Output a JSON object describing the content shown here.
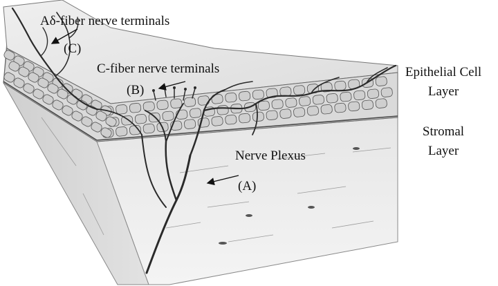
{
  "labels": {
    "a_delta": "Aδ-fiber nerve terminals",
    "c_marker": "(C)",
    "c_fiber": "C-fiber nerve terminals",
    "b_marker": "(B)",
    "plexus": "Nerve Plexus",
    "a_marker": "(A)",
    "epithelial_line1": "Epithelial Cell",
    "epithelial_line2": "Layer",
    "stromal_line1": "Stromal",
    "stromal_line2": "Layer"
  },
  "colors": {
    "ink": "#111111",
    "nerve": "#2a2a2a",
    "tissue_top": "#e4e4e4",
    "tissue_side": "#d2d2d2",
    "cell_fill": "#cfcfcf",
    "cell_stroke": "#555555"
  }
}
